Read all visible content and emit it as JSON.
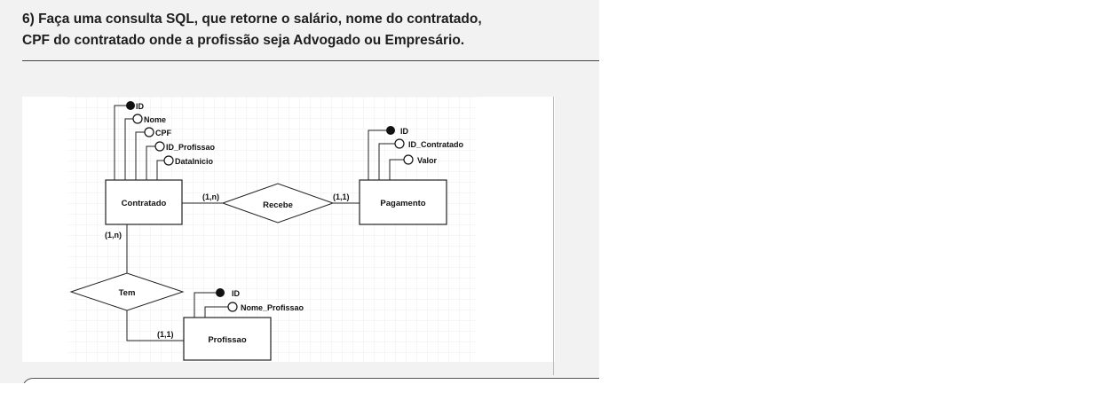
{
  "question": {
    "line1": "6) Faça uma consulta SQL, que retorne o salário, nome do contratado,",
    "line2": "CPF do contratado onde a profissão seja Advogado ou Empresário."
  },
  "diagram": {
    "entities": {
      "contratado": "Contratado",
      "pagamento": "Pagamento",
      "profissao": "Profissao"
    },
    "relationships": {
      "recebe": "Recebe",
      "tem": "Tem"
    },
    "contratado_attributes": [
      "ID",
      "Nome",
      "CPF",
      "ID_Profissao",
      "DataInicio"
    ],
    "pagamento_attributes": [
      "ID",
      "ID_Contratado",
      "Valor"
    ],
    "profissao_attributes": [
      "ID",
      "Nome_Profissao"
    ],
    "cardinalities": {
      "contratado_recebe": "(1,n)",
      "recebe_pagamento": "(1,1)",
      "contratado_tem": "(1,n)",
      "tem_profissao": "(1,1)"
    }
  }
}
